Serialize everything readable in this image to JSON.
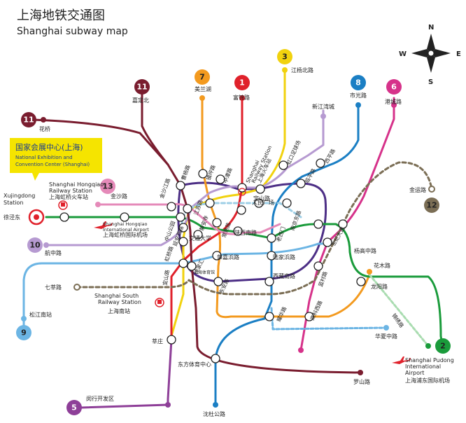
{
  "title": {
    "cn": "上海地铁交通图",
    "en": "Shanghai subway map"
  },
  "compass": {
    "n": "N",
    "s": "S",
    "e": "E",
    "w": "W"
  },
  "callout": {
    "cn": "国家会展中心(上海)",
    "en1": "National Exhibition and",
    "en2": "Convention Center (Shanghai)"
  },
  "colors": {
    "l1": "#e0212b",
    "l2": "#1a9b3b",
    "l3": "#f1d20e",
    "l5": "#8e3f98",
    "l7": "#f39a1f",
    "l8": "#1b7fc4",
    "l9": "#6cb5e4",
    "l10": "#b69ad1",
    "l11": "#7a1d2f",
    "l12": "#7b6e55",
    "l13": "#e58ab9",
    "l4": "#4d2f86",
    "l6": "#d6328a",
    "callout": "#f5e400"
  },
  "badges": [
    {
      "num": "11",
      "color": "#7a1d2f",
      "text": "#ffffff"
    },
    {
      "num": "7",
      "color": "#f39a1f",
      "text": "#222222"
    },
    {
      "num": "1",
      "color": "#e0212b",
      "text": "#ffffff"
    },
    {
      "num": "3",
      "color": "#f1d20e",
      "text": "#222222"
    },
    {
      "num": "8",
      "color": "#1b7fc4",
      "text": "#ffffff"
    },
    {
      "num": "6",
      "color": "#d6328a",
      "text": "#ffffff"
    },
    {
      "num": "11",
      "color": "#7a1d2f",
      "text": "#ffffff"
    },
    {
      "num": "13",
      "color": "#e58ab9",
      "text": "#222222"
    },
    {
      "num": "10",
      "color": "#b69ad1",
      "text": "#222222"
    },
    {
      "num": "12",
      "color": "#7b6e55",
      "text": "#222222"
    },
    {
      "num": "9",
      "color": "#6cb5e4",
      "text": "#222222"
    },
    {
      "num": "5",
      "color": "#8e3f98",
      "text": "#ffffff"
    },
    {
      "num": "2",
      "color": "#1a9b3b",
      "text": "#222222"
    }
  ],
  "stations": {
    "jiadingbei": "嘉定北",
    "meilanhu": "美兰湖",
    "fujinlu": "富锦路",
    "jiangyangbeilu": "江杨北路",
    "shiguanglu": "市光路",
    "gangchenglu": "港城路",
    "huaqiao": "花桥",
    "xinjiangwancheng": "新江湾城",
    "jinyunlu": "金运路",
    "jinshajianglu_s": "金沙江路",
    "caoyanglu": "曹杨路",
    "zhenpinglu": "镇坪路",
    "zhongtanlu": "中潭路",
    "baoshanlu": "宝山路",
    "hongkouzuqiuchang": "虹口足球场",
    "xipinglu": "西平路",
    "linpinglu": "临平路",
    "jinshajianglu": "金沙江路",
    "jiangsulu": "江苏路",
    "zhongshangongyuan": "中山公园",
    "yananxilu": "延安西路",
    "hongqiaolu": "虹桥路",
    "jingansi": "静安寺",
    "changshulu": "常熟路",
    "jiaotongdaxue": "交通大学",
    "shanxinanlu": "陕西南路",
    "laoximen": "老西门",
    "nanjingdonglu": "南京东路",
    "renminguangchang": "人民广场",
    "shanghaihuochezhan": "上海火车站",
    "shanghaiyouwan": "上海体育馆",
    "yishanlu": "宜山路",
    "xujiahui": "徐家汇",
    "zhaojiabanglu": "肇嘉浜路",
    "lujiabanglu": "陆家浜路",
    "dongan": "东安路",
    "xizangnanlu": "西藏南路",
    "shijidadao": "世纪大道",
    "lancunlu": "蓝村路",
    "yangshupu": "杨高中路",
    "huamulu": "花木路",
    "longyanglu": "龙阳路",
    "qibaolu": "七莘路",
    "songjiangnanzhan": "松江南站",
    "shanghainanzhan": "上海南站",
    "xinzhuang": "莘庄",
    "yaohualu": "耀华路",
    "gaokexilu": "高科西路",
    "huaxiazhonglu": "华夏中路",
    "dongfangtiyuzhongxin": "东方体育中心",
    "minhangkaifaqu": "闵行开发区",
    "shendugonglu": "沈杜公路",
    "luoshanlu": "罗山路",
    "hangzhonglu": "航中路",
    "jinshalu": "金沙路",
    "xujingdong": "徐泾东",
    "jiukunlu": "锦绣路",
    "lujiazui": "陆家嘴"
  },
  "hubs": {
    "xujingdong_en1": "Xujingdong",
    "xujingdong_en2": "Station",
    "hongqiao_rail_en1": "Shanghai Hongqiao",
    "hongqiao_rail_en2": "Railway Station",
    "hongqiao_rail_cn": "上海虹桥火车站",
    "hongqiao_air_en1": "Shanghai Hongqiao",
    "hongqiao_air_en2": "International Airport",
    "hongqiao_air_cn": "上海虹桥国际机场",
    "rail_station_en1": "Shanghai",
    "rail_station_en2": "Railway Station",
    "rail_station_cn": "上海火车站",
    "south_en1": "Shanghai South",
    "south_en2": "Railway Station",
    "south_cn": "上海南站",
    "pudong_en1": "Shanghai Pudong",
    "pudong_en2": "International",
    "pudong_en3": "Airport",
    "pudong_cn": "上海浦东国际机场"
  }
}
